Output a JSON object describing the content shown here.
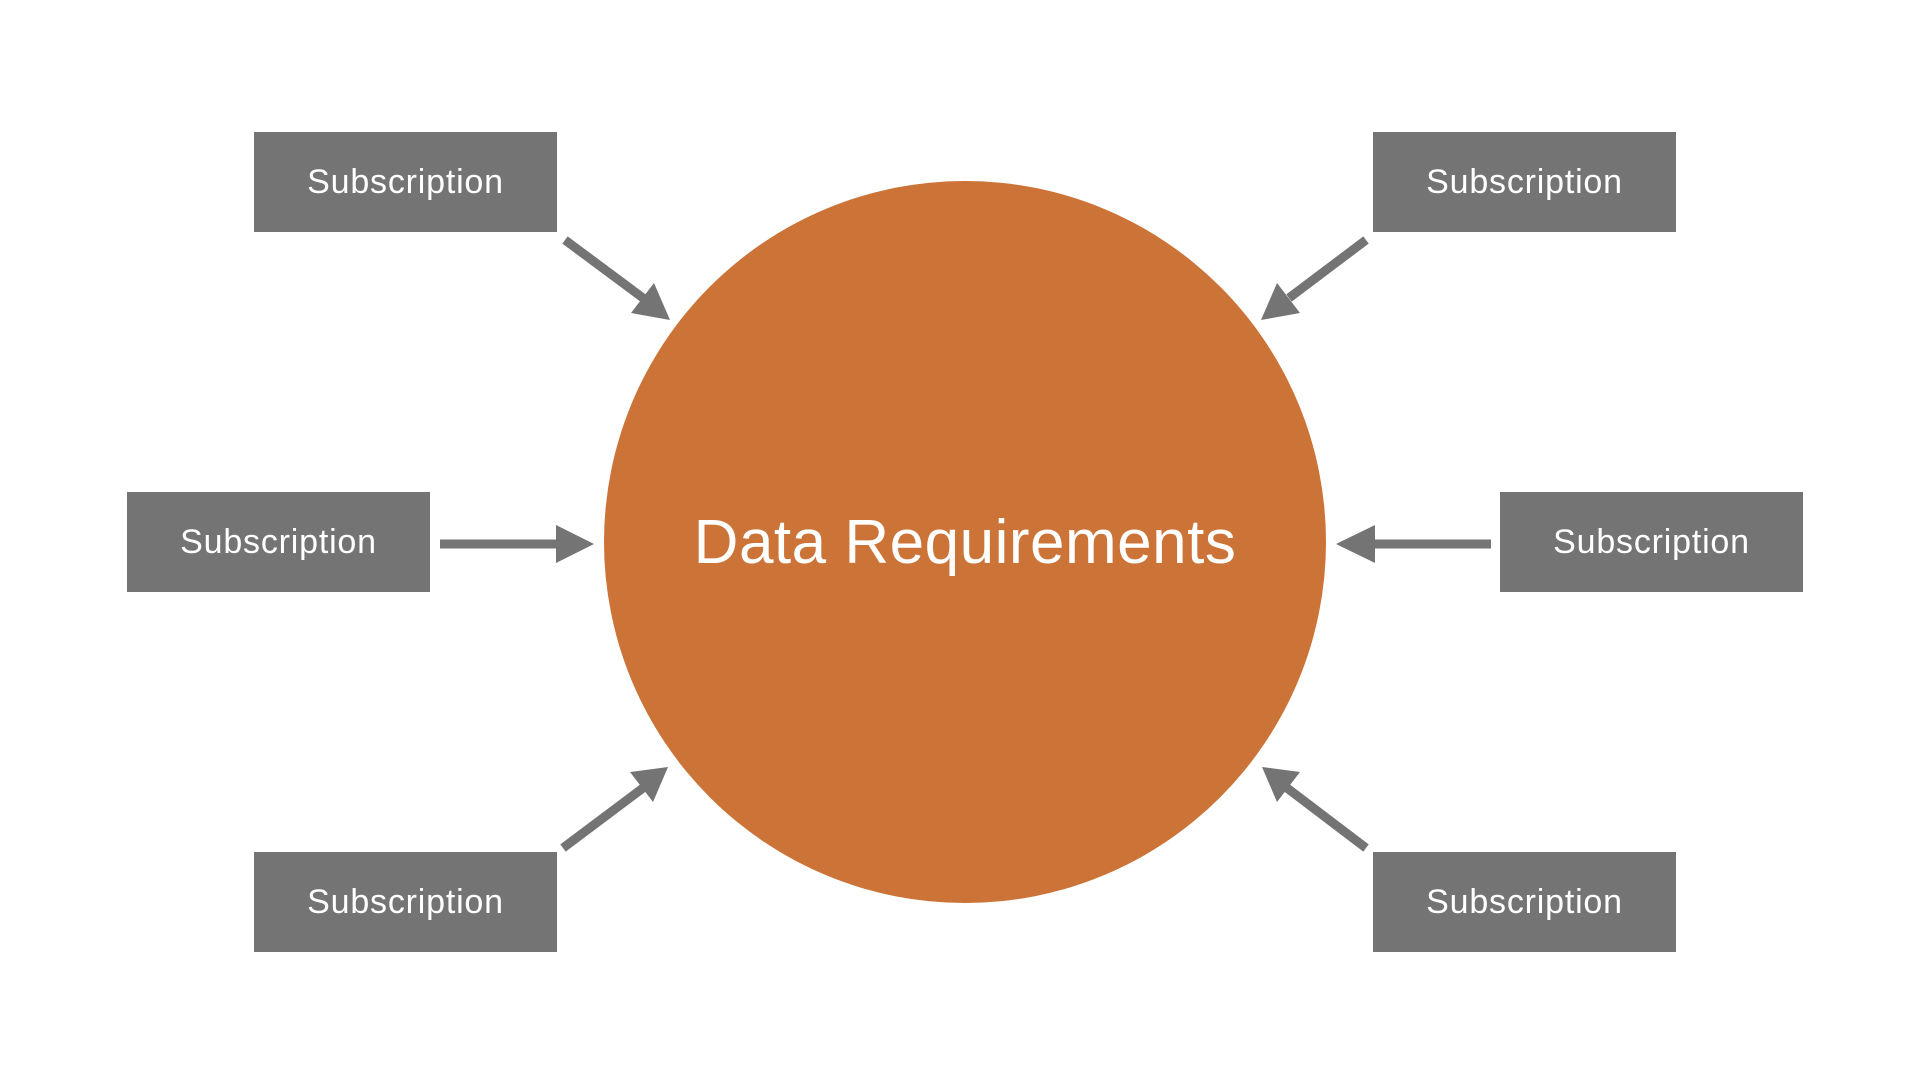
{
  "diagram": {
    "center": {
      "label": "Data Requirements",
      "color": "#CC7337"
    },
    "nodes": [
      {
        "id": "top-left",
        "label": "Subscription"
      },
      {
        "id": "top-right",
        "label": "Subscription"
      },
      {
        "id": "middle-left",
        "label": "Subscription"
      },
      {
        "id": "middle-right",
        "label": "Subscription"
      },
      {
        "id": "bottom-left",
        "label": "Subscription"
      },
      {
        "id": "bottom-right",
        "label": "Subscription"
      }
    ],
    "edges": [
      {
        "from": "top-left",
        "to": "center"
      },
      {
        "from": "top-right",
        "to": "center"
      },
      {
        "from": "middle-left",
        "to": "center"
      },
      {
        "from": "middle-right",
        "to": "center"
      },
      {
        "from": "bottom-left",
        "to": "center"
      },
      {
        "from": "bottom-right",
        "to": "center"
      }
    ],
    "node_color": "#737473",
    "arrow_color": "#737473"
  }
}
